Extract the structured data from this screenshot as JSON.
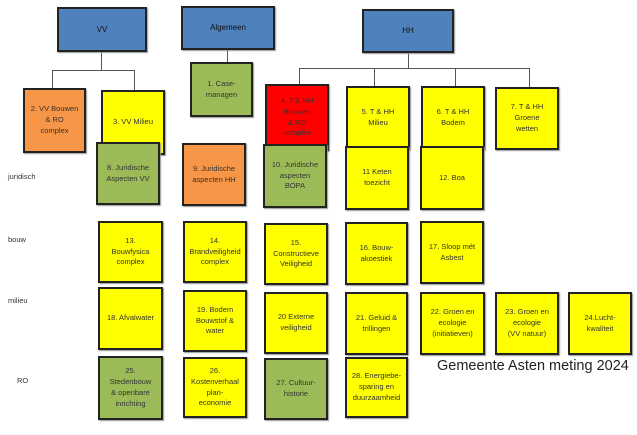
{
  "colors": {
    "header": "#4f81bd",
    "orange": "#f79646",
    "green": "#9bbb59",
    "yellow": "#ffff00",
    "red": "#ff0000"
  },
  "headers": {
    "vv": "VV",
    "algemeen": "Algemeen",
    "hh": "HH"
  },
  "row_labels": {
    "juridisch": "juridisch",
    "bouw": "bouw",
    "milieu": "milieu",
    "ro": "RO"
  },
  "title": "Gemeente Asten meting 2024",
  "boxes": {
    "b1": "1. Case-\nmanagen",
    "b2": "2. VV Bouwen\n& RO\ncomplex",
    "b3": "3. VV Milieu",
    "b4": "4. T & HH\nBouwen\n& RO\ncomplex",
    "b5": "5. T & HH\nMilieu",
    "b6": "6. T & HH\nBodem",
    "b7": "7. T & HH\nGroene\nwetten",
    "b8": "8. Juridische\nAspecten VV",
    "b9": "9. Juridische\naspecten HH",
    "b10": "10. Juridische\naspecten\nBOPA",
    "b11": "11 Keten\ntoezicht",
    "b12": "12. Boa",
    "b13": "13.\nBouwfysica\ncomplex",
    "b14": "14.\nBrandveiligheid\ncomplex",
    "b15": "15.\nConstructieve\nVeiligheid",
    "b16": "16. Bouw-\nakoestiek",
    "b17": "17. Sloop mét\nAsbest",
    "b18": "18. Afvalwater",
    "b19": "19. Bodem\nBouwstof &\nwater",
    "b20": "20 Externe\nveiligheid",
    "b21": "21. Geluid &\ntrillingen",
    "b22": "22. Groen en\necologie\n(initiatieven)",
    "b23": "23. Groen en\necologie\n(VV natuur)",
    "b24": "24.Lucht-\nkwaliteit",
    "b25": "25.\nStedenbouw\n& openbare\ninrichting",
    "b26": "26.\nKostenverhaal\nplan-\neconomie",
    "b27": "27. Cultuur-\nhistorie",
    "b28": "28. Energiebe-\nsparing en\nduurzaamheid"
  }
}
